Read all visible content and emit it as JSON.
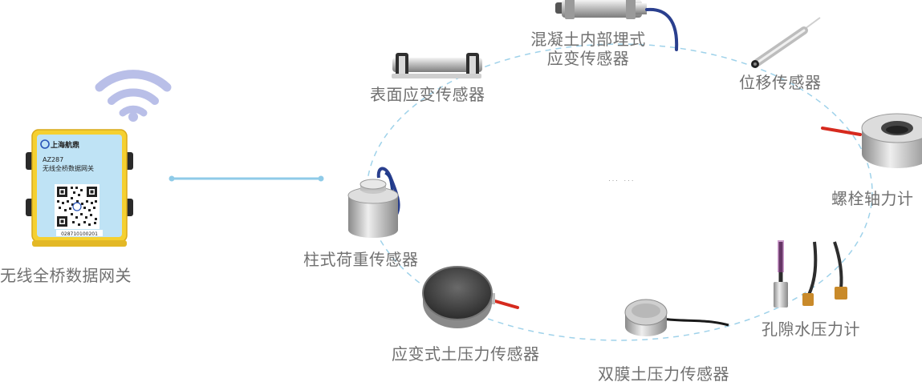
{
  "gateway": {
    "label": "无线全桥数据网关",
    "brand": "上海航鼎",
    "model": "AZ287",
    "model_desc": "无线全桥数据网关",
    "serial": "028710100201",
    "body_color": "#f5d030",
    "panel_color": "#bfe3f5"
  },
  "sensors": [
    {
      "id": "concrete-strain",
      "label_line1": "混凝土内部埋式",
      "label_line2": "应变传感器"
    },
    {
      "id": "surface-strain",
      "label": "表面应变传感器"
    },
    {
      "id": "displacement",
      "label": "位移传感器"
    },
    {
      "id": "anchor-bolt",
      "label": "螺栓轴力计"
    },
    {
      "id": "column-load",
      "label": "柱式荷重传感器"
    },
    {
      "id": "piezometer",
      "label": "孔隙水压力计"
    },
    {
      "id": "strain-earth-pressure",
      "label": "应变式土压力传感器"
    },
    {
      "id": "diaphragm-earth-pressure",
      "label": "双膜土压力传感器"
    }
  ],
  "ellipsis": "… …",
  "colors": {
    "wifi": "#b9bfe8",
    "link": "#8fcbe8",
    "ring": "#9fd2ea",
    "label": "#707070"
  }
}
